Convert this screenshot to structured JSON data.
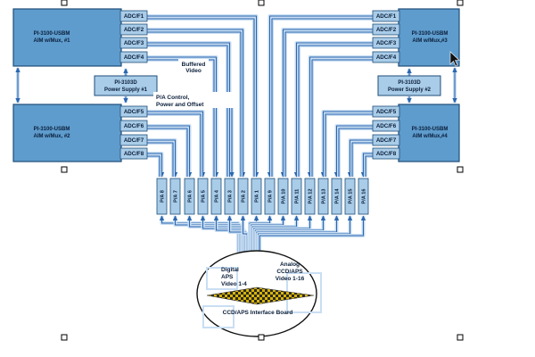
{
  "colors": {
    "box_fill": "#5e9ccd",
    "box_stroke": "#1f4e79",
    "adc_fill": "#a9cce8",
    "pa_fill": "#a9cce8",
    "bus": "#2b67b0",
    "bus_glow": "#c9def2"
  },
  "aim_modules": [
    {
      "line1": "PI-3100-USBM",
      "line2": "AIM w/Mux, #1"
    },
    {
      "line1": "PI-3100-USBM",
      "line2": "AIM w/Mux, #2"
    },
    {
      "line1": "PI-3100-USBM",
      "line2": "AIM w/Mux,#3"
    },
    {
      "line1": "PI-3100-USBM",
      "line2": "AIM w/Mux,#4"
    }
  ],
  "adc_left_top": [
    "ADC/F1",
    "ADC/F2",
    "ADC/F3",
    "ADC/F4"
  ],
  "adc_left_bottom": [
    "ADC/F5",
    "ADC/F6",
    "ADC/F7",
    "ADC/F8"
  ],
  "adc_right_top": [
    "ADC/F1",
    "ADC/F2",
    "ADC/F3",
    "ADC/F4"
  ],
  "adc_right_bottom": [
    "ADC/F5",
    "ADC/F6",
    "ADC/F7",
    "ADC/F8"
  ],
  "power_supplies": [
    {
      "line1": "PI-3103D",
      "line2": "Power Supply #1"
    },
    {
      "line1": "PI-3103D",
      "line2": "Power Supply #2"
    }
  ],
  "pa_left": [
    "P/A 8",
    "P/A 7",
    "P/A 6",
    "P/A 5",
    "P/A 4",
    "P/A 3",
    "P/A 2",
    "P/A 1"
  ],
  "pa_right": [
    "P/A 9",
    "P/A 10",
    "P/A 11",
    "P/A 12",
    "P/A 13",
    "P/A 14",
    "P/A 15",
    "P/A 16"
  ],
  "labels": {
    "buffered_line1": "Buffered",
    "buffered_line2": "Video",
    "pa_control_line1": "P/A Control,",
    "pa_control_line2": "Power and Offset",
    "analog_line1": "Analog",
    "analog_line2": "CCD/APS",
    "analog_line3": "Video 1-16",
    "digital_line1": "Digital",
    "digital_line2": "APS",
    "digital_line3": "Video 1-4",
    "board": "CCD/APS Interface Board"
  },
  "icons": {
    "cursor": "mouse-pointer-icon",
    "handle": "selection-handle-icon"
  }
}
